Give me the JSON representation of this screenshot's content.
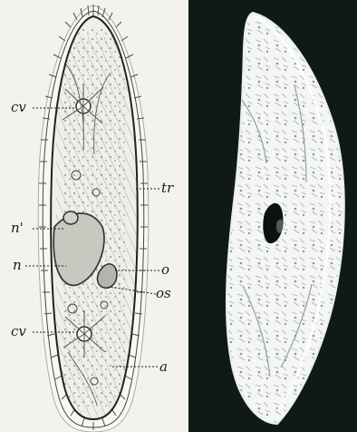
{
  "labels": {
    "cv_top": "cv",
    "tr": "tr",
    "n_prime": "n'",
    "n": "n",
    "o": "o",
    "os": "os",
    "cv_bottom": "cv",
    "a": "a"
  },
  "colors": {
    "paper": "#f3f2ed",
    "ink": "#1c1c1c",
    "photo_background": "#0f1a14",
    "photo_cell": "#f4f6f3"
  }
}
